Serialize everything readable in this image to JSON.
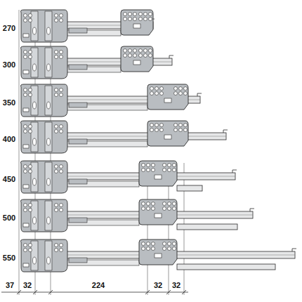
{
  "diagram": {
    "labels": [
      "270",
      "300",
      "350",
      "400",
      "450",
      "500",
      "550",
      "37",
      "32",
      "224",
      "32",
      "32"
    ]
  }
}
